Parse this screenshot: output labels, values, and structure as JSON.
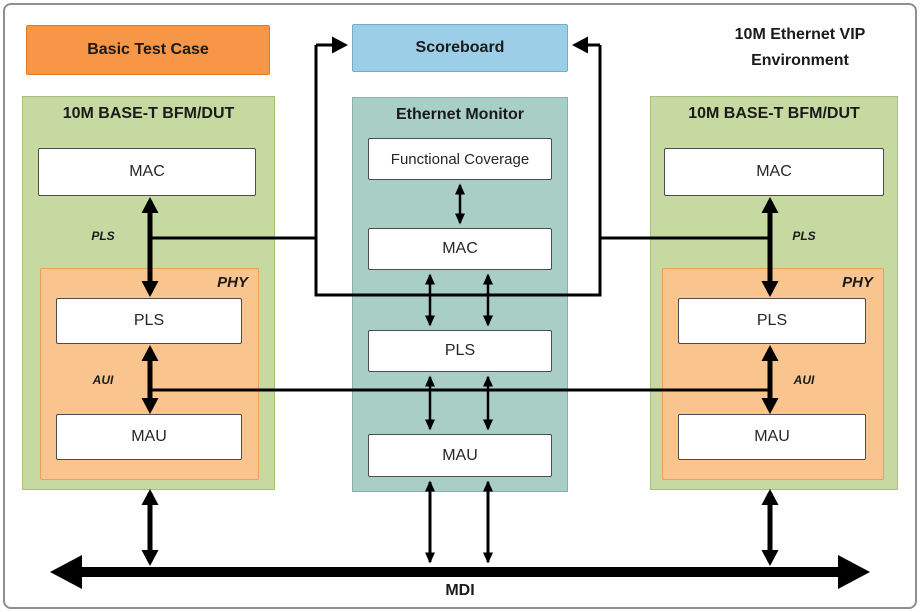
{
  "environment_title": {
    "line1": "10M Ethernet VIP",
    "line2": "Environment"
  },
  "basic_test_case": {
    "label": "Basic Test Case"
  },
  "scoreboard": {
    "label": "Scoreboard"
  },
  "ethernet_monitor": {
    "title": "Ethernet Monitor",
    "blocks": {
      "functional_coverage": "Functional Coverage",
      "mac": "MAC",
      "pls": "PLS",
      "mau": "MAU"
    }
  },
  "left_bfm": {
    "title": "10M BASE-T BFM/DUT",
    "mac_block": "MAC",
    "phy_label": "PHY",
    "pls_block": "PLS",
    "mau_block": "MAU",
    "pls_interface_label": "PLS",
    "aui_interface_label": "AUI"
  },
  "right_bfm": {
    "title": "10M BASE-T BFM/DUT",
    "mac_block": "MAC",
    "phy_label": "PHY",
    "pls_block": "PLS",
    "mau_block": "MAU",
    "pls_interface_label": "PLS",
    "aui_interface_label": "AUI"
  },
  "mdi_bus": {
    "label": "MDI"
  },
  "colors": {
    "test_case_fill": "#F79646",
    "scoreboard_fill": "#9CCEE8",
    "bfm_fill": "#C6D9A0",
    "phy_fill": "#FAC48F",
    "monitor_fill": "#A9CEC6",
    "arrow_color": "#000000",
    "block_fill": "#FFFFFF"
  }
}
